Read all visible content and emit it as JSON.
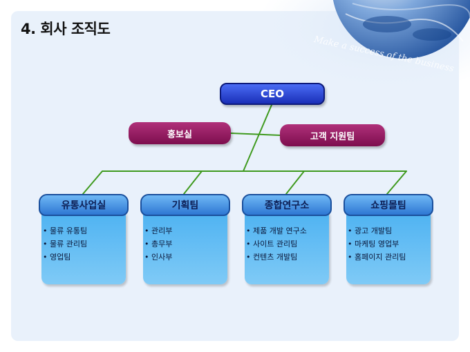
{
  "page": {
    "title": "4. 회사 조직도",
    "slogan": "Make a success of the business"
  },
  "ceo": {
    "label": "CEO"
  },
  "staff": [
    {
      "label": "홍보실"
    },
    {
      "label": "고객 지원팀"
    }
  ],
  "departments": [
    {
      "label": "유통사업실",
      "items": [
        "물류 유통팀",
        "물류 관리팀",
        "영업팀"
      ]
    },
    {
      "label": "기획팀",
      "items": [
        "관리부",
        "총무부",
        "인사부"
      ]
    },
    {
      "label": "종합연구소",
      "items": [
        "제품 개발 연구소",
        "사이트 관리팀",
        "컨텐츠 개발팀"
      ]
    },
    {
      "label": "쇼핑몰팀",
      "items": [
        "광고 개발팀",
        "마케팅 영업부",
        "홈페이지 관리팀"
      ]
    }
  ],
  "colors": {
    "ceo": "#2a44d6",
    "staff": "#9a1e63",
    "department": "#4fb3f2",
    "connector": "#3f9a1e"
  }
}
